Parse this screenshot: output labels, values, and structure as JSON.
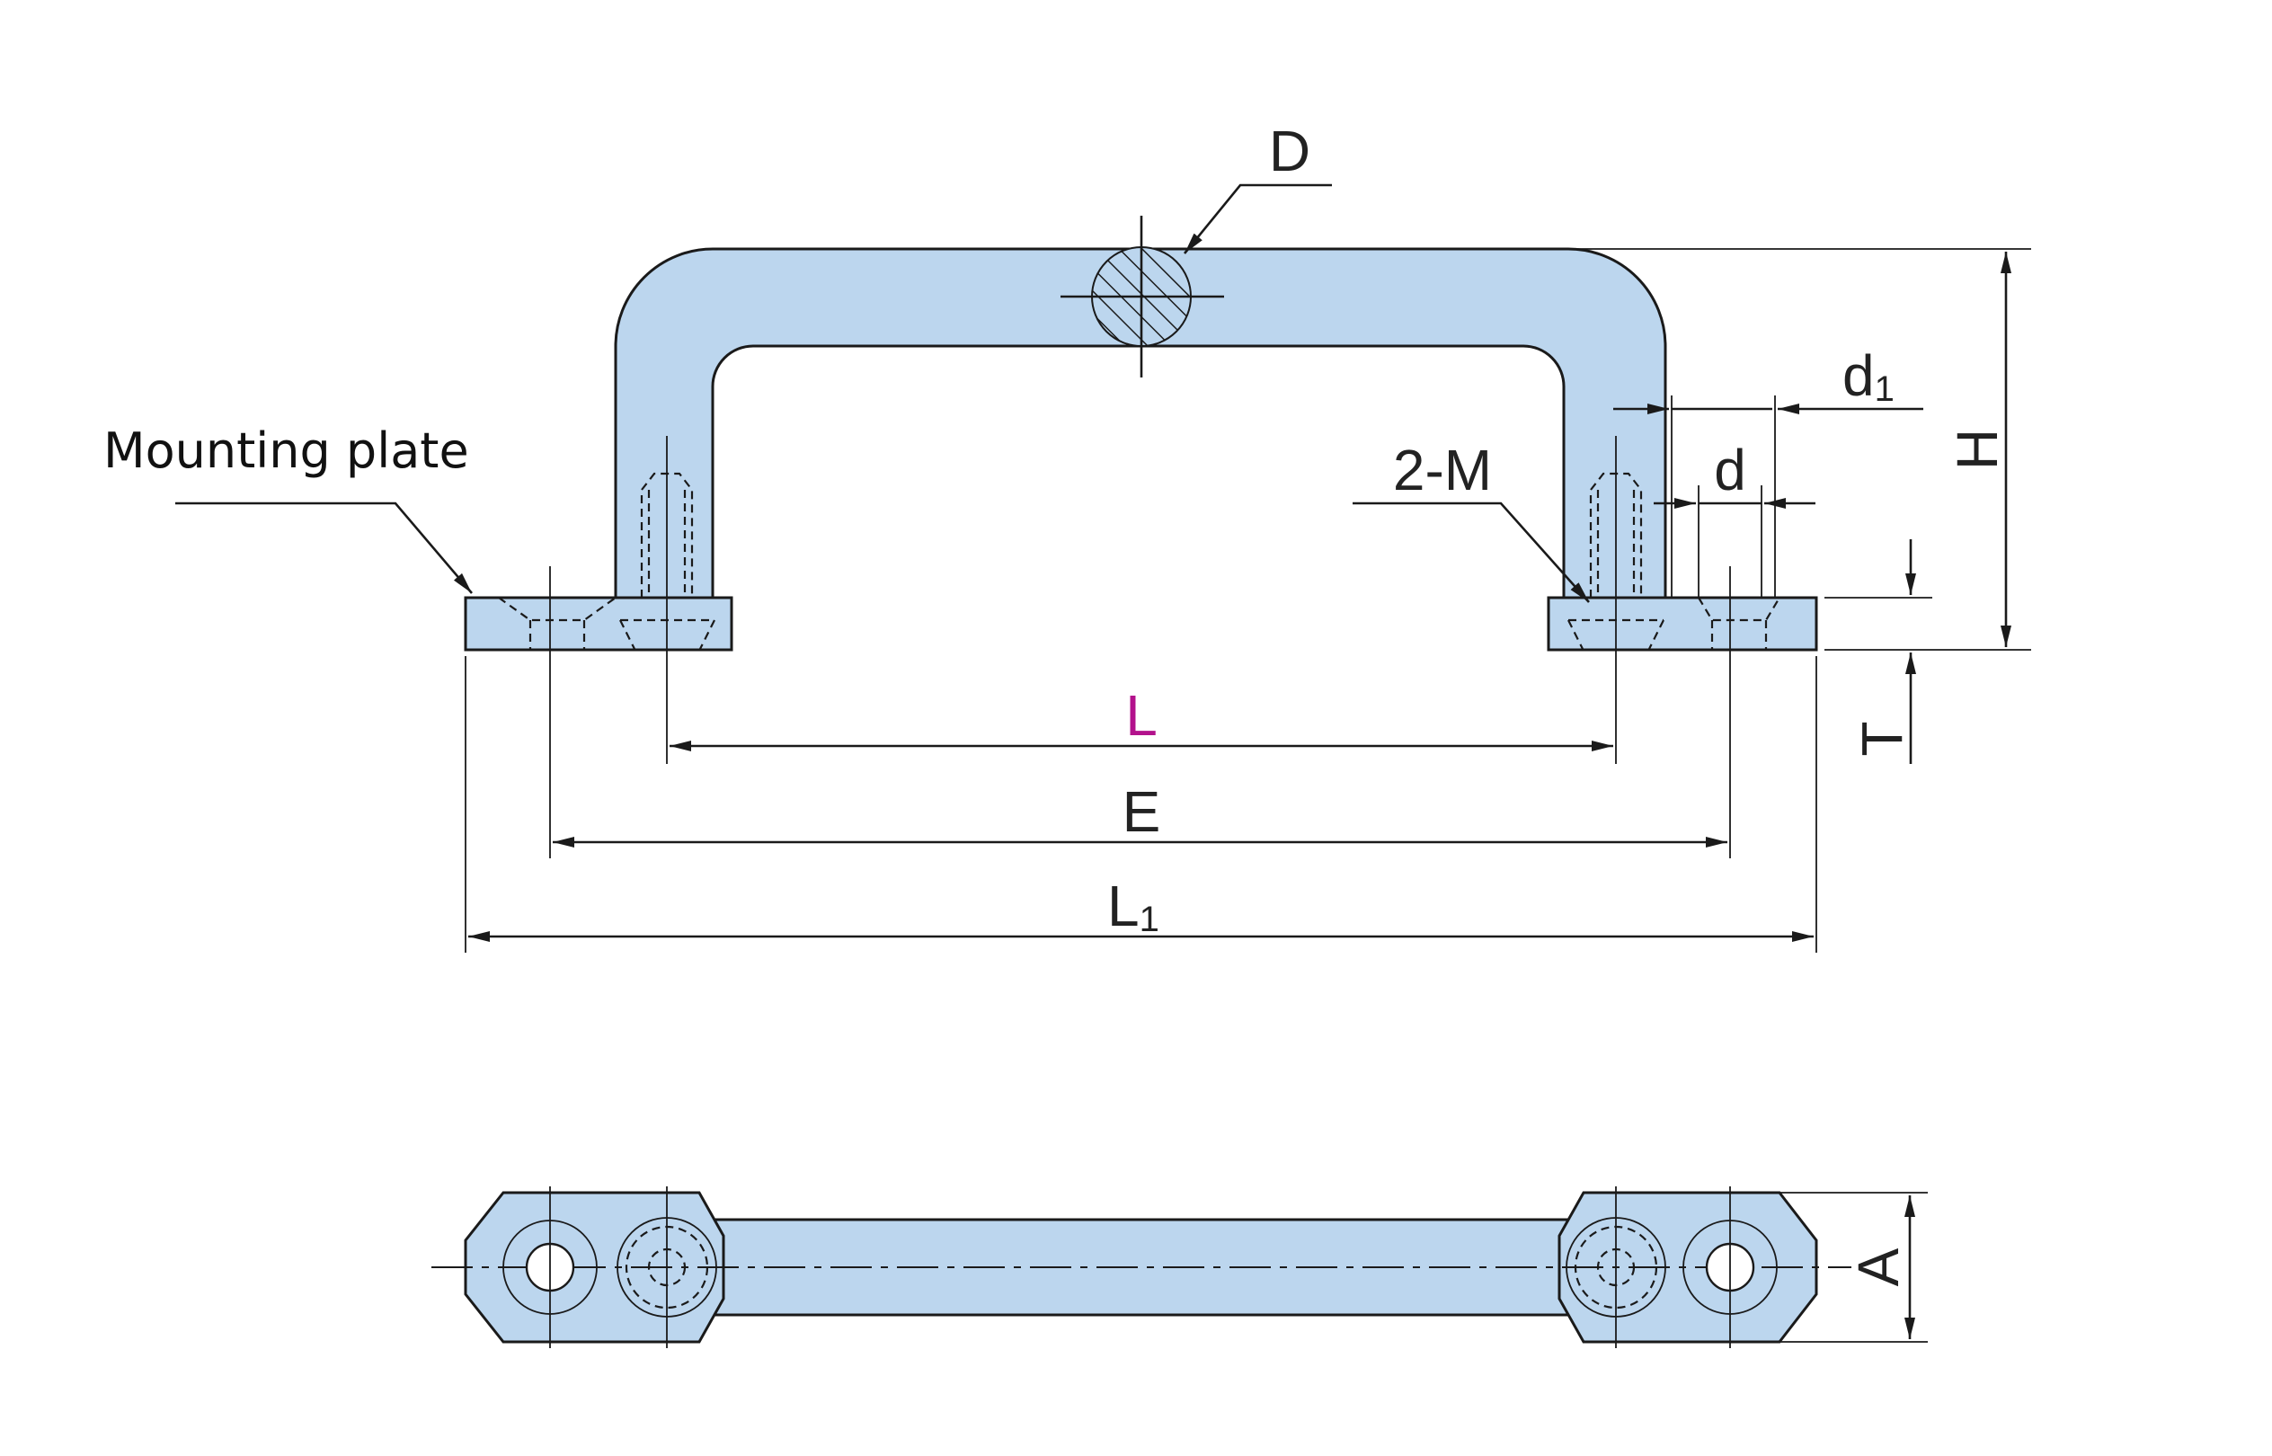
{
  "labels": {
    "mounting_plate": "Mounting plate",
    "D": "D",
    "H": "H",
    "d1_main": "d",
    "d1_sub": "1",
    "d": "d",
    "two_m": "2-M",
    "T": "T",
    "L": "L",
    "E": "E",
    "L1_main": "L",
    "L1_sub": "1",
    "A": "A"
  },
  "colors": {
    "part_fill": "#bcd6ee",
    "outline": "#1a1a1a",
    "L_label": "#b3128c"
  }
}
